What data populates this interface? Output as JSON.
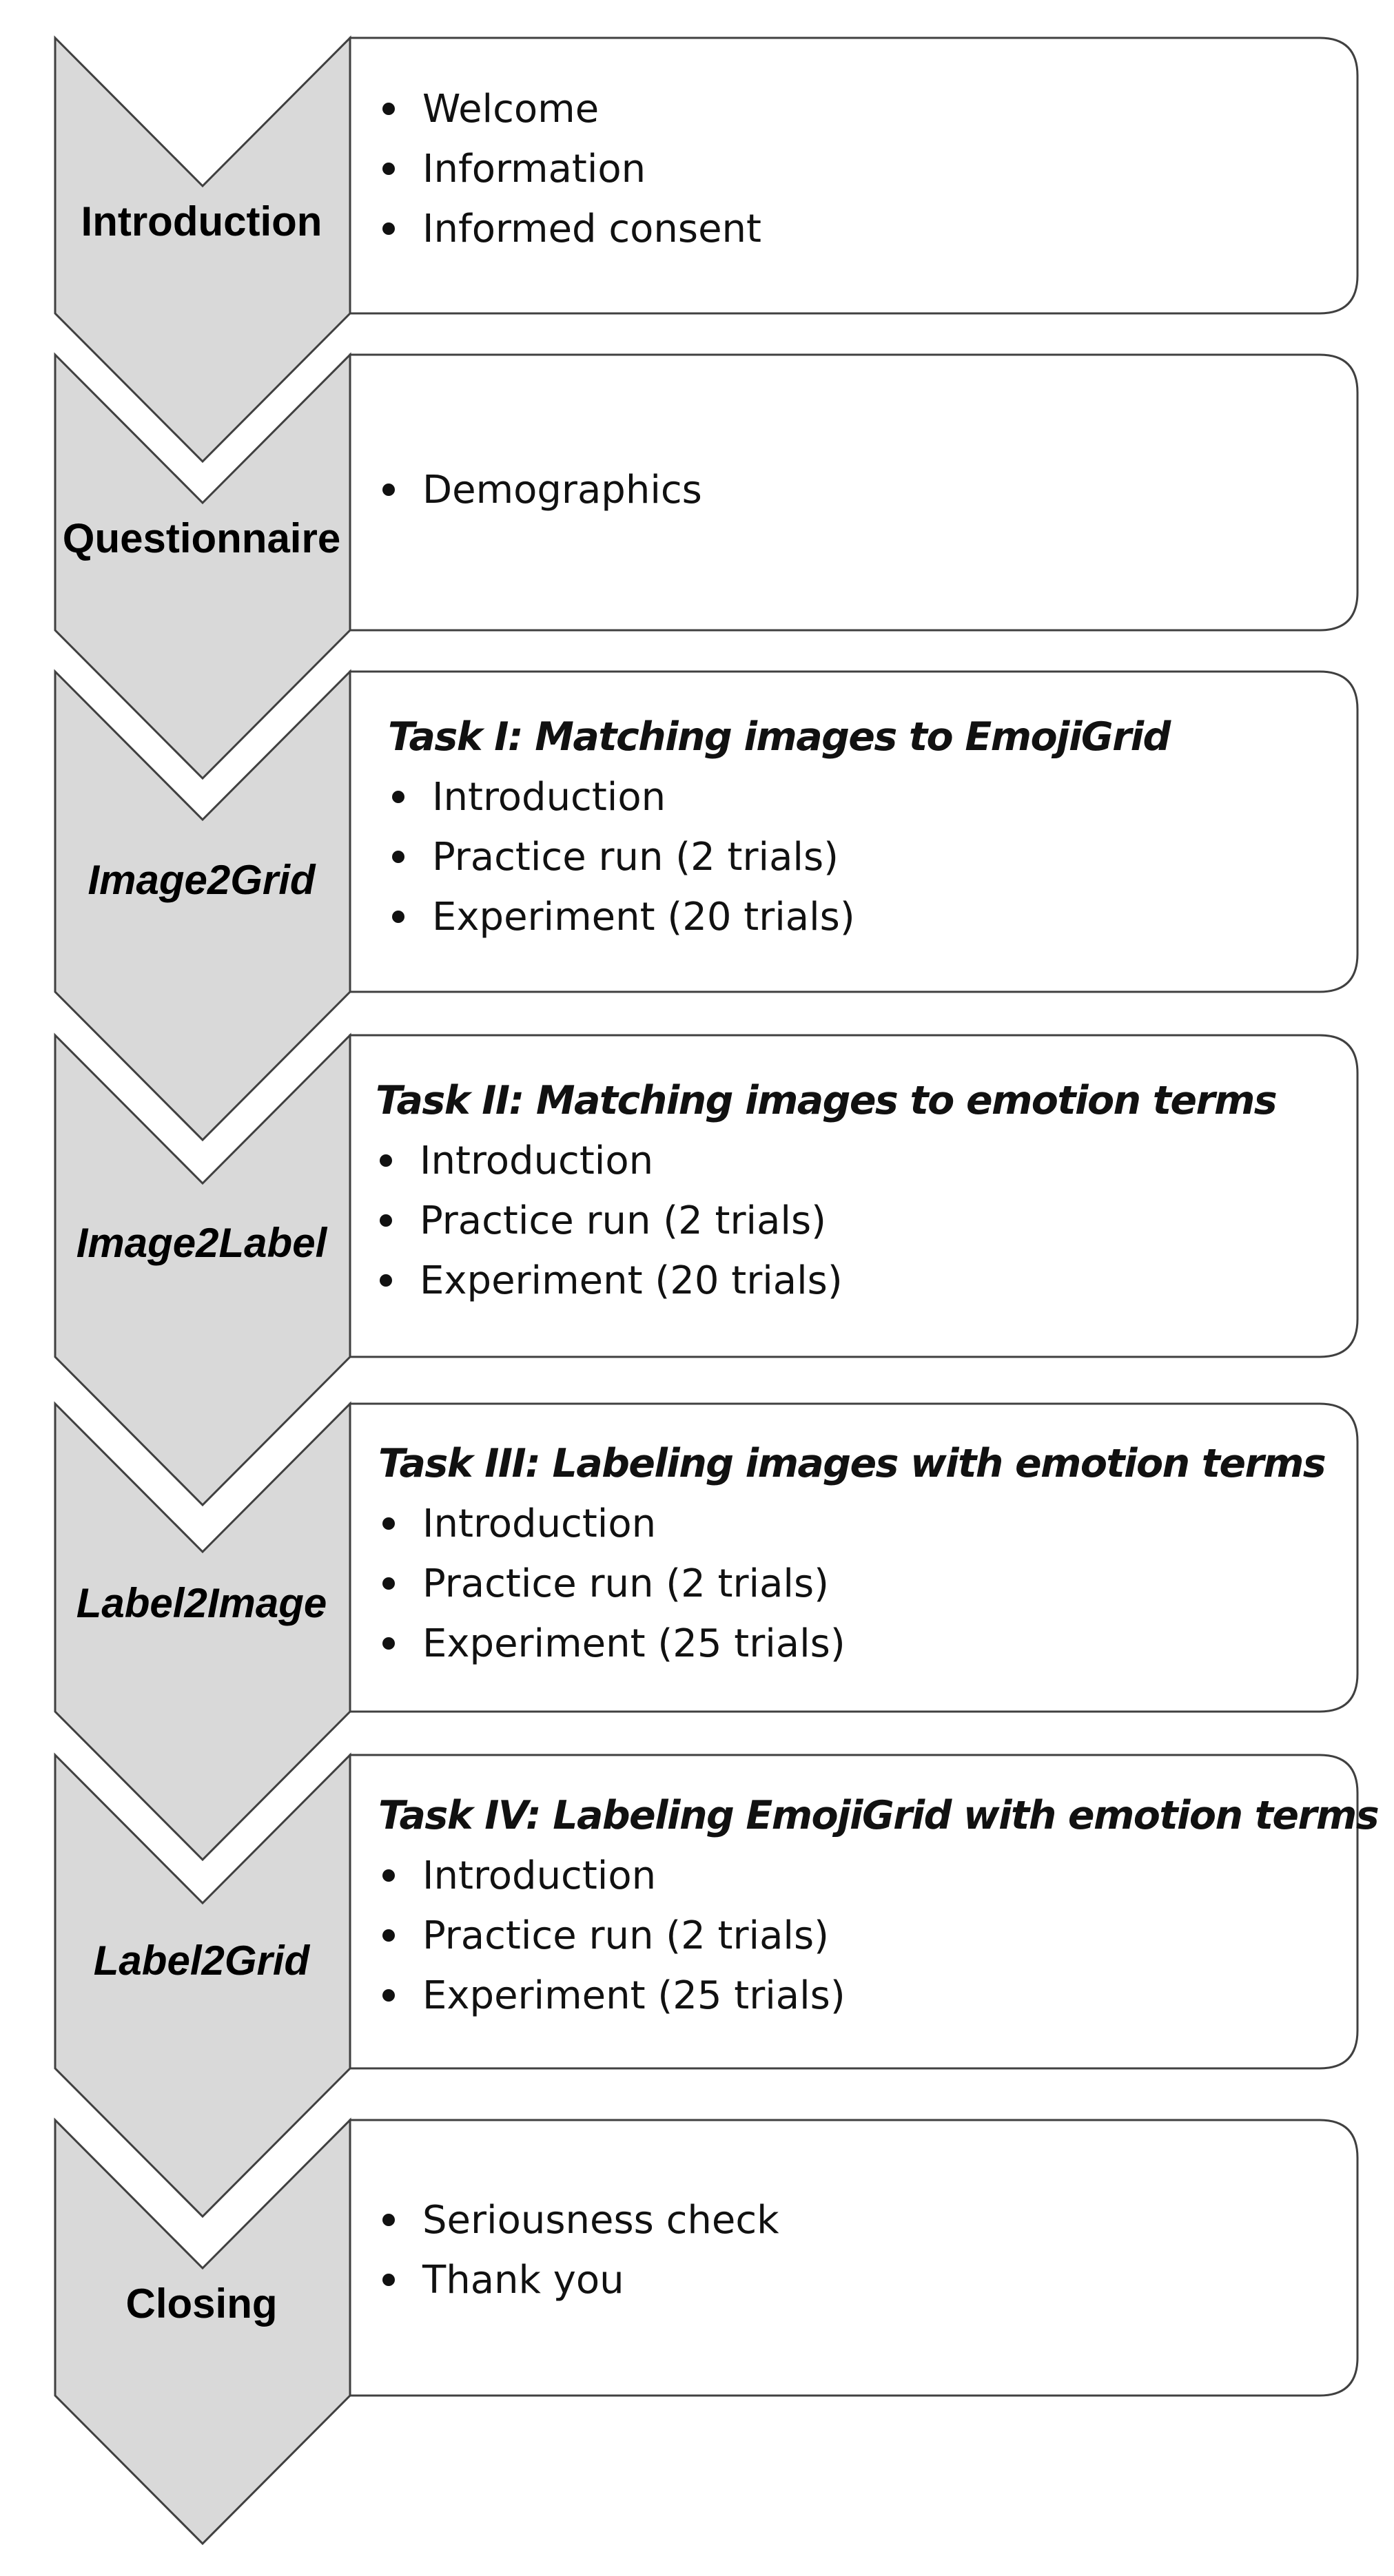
{
  "stages": [
    {
      "label": "Introduction",
      "italic": false,
      "task_title": "",
      "items": [
        "Welcome",
        "Information",
        "Informed consent"
      ]
    },
    {
      "label": "Questionnaire",
      "italic": false,
      "task_title": "",
      "items": [
        "Demographics"
      ]
    },
    {
      "label": "Image2Grid",
      "italic": true,
      "task_title": "Task I: Matching images to EmojiGrid",
      "items": [
        "Introduction",
        "Practice run (2 trials)",
        "Experiment (20 trials)"
      ]
    },
    {
      "label": "Image2Label",
      "italic": true,
      "task_title": "Task II: Matching images to emotion terms",
      "items": [
        "Introduction",
        "Practice run (2 trials)",
        "Experiment (20 trials)"
      ]
    },
    {
      "label": "Label2Image",
      "italic": true,
      "task_title": "Task III: Labeling images with emotion terms",
      "items": [
        "Introduction",
        "Practice run (2 trials)",
        "Experiment (25 trials)"
      ]
    },
    {
      "label": "Label2Grid",
      "italic": true,
      "task_title": "Task IV: Labeling EmojiGrid with emotion terms",
      "items": [
        "Introduction",
        "Practice run (2 trials)",
        "Experiment (25 trials)"
      ]
    },
    {
      "label": "Closing",
      "italic": false,
      "task_title": "",
      "items": [
        "Seriousness check",
        "Thank you"
      ]
    }
  ],
  "colors": {
    "chevron_fill": "#d9d9d9",
    "stroke": "#404040",
    "box_fill": "#ffffff"
  }
}
